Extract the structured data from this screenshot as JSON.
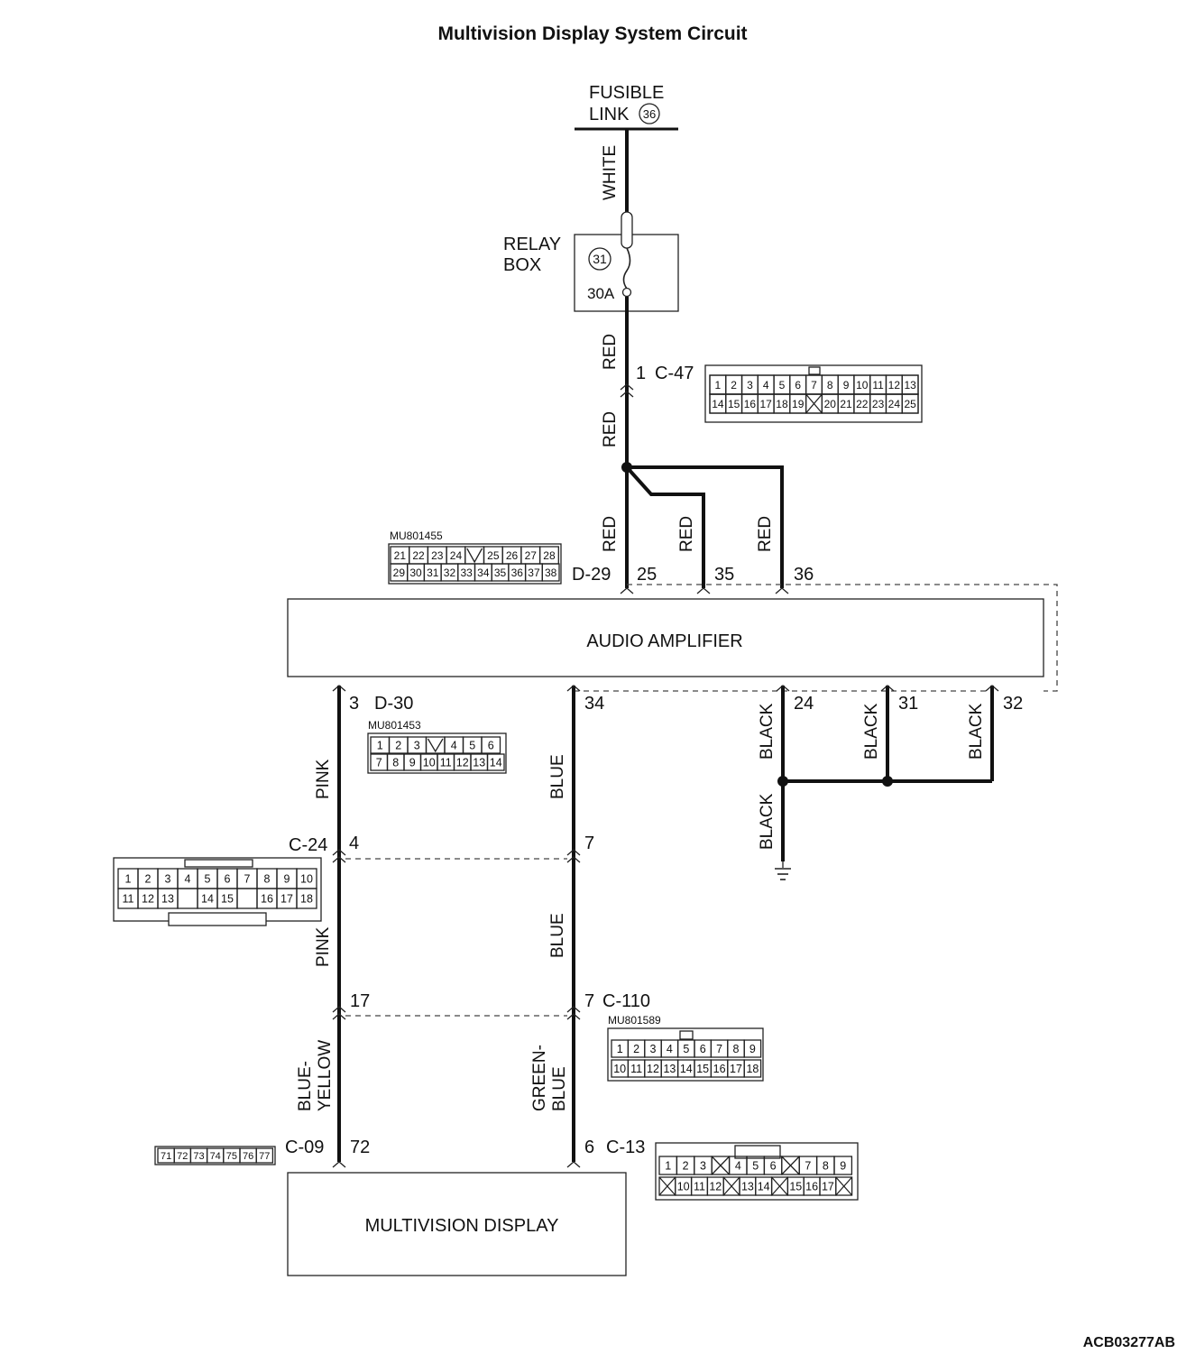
{
  "title": "Multivision Display System Circuit",
  "fusible_link": {
    "line1": "FUSIBLE",
    "line2": "LINK",
    "number": "36"
  },
  "relay_box": {
    "line1": "RELAY",
    "line2": "BOX",
    "number": "31",
    "rating": "30A"
  },
  "wire_colors": {
    "white": "WHITE",
    "red": "RED",
    "pink": "PINK",
    "blue": "BLUE",
    "black": "BLACK",
    "blue_yellow_1": "BLUE-",
    "blue_yellow_2": "YELLOW",
    "green_blue_1": "GREEN-",
    "green_blue_2": "BLUE"
  },
  "components": {
    "audio_amplifier": "AUDIO AMPLIFIER",
    "multivision_display": "MULTIVISION DISPLAY"
  },
  "pins": {
    "c47_pin": "1",
    "c47": "C-47",
    "d29": "D-29",
    "d29_25": "25",
    "d29_35": "35",
    "d29_36": "36",
    "d30_pin": "3",
    "d30": "D-30",
    "amp_34": "34",
    "amp_24": "24",
    "amp_31": "31",
    "amp_32": "32",
    "c24": "C-24",
    "c24_4": "4",
    "c24_7": "7",
    "c110_17": "17",
    "c110_7": "7",
    "c110": "C-110",
    "c09": "C-09",
    "c09_72": "72",
    "c13_pin": "6",
    "c13": "C-13"
  },
  "part_numbers": {
    "d29": "MU801455",
    "d30": "MU801453",
    "c110": "MU801589"
  },
  "connector_faces": {
    "c47_row1": [
      "1",
      "2",
      "3",
      "4",
      "5",
      "6",
      "7",
      "8",
      "9",
      "10",
      "11",
      "12",
      "13"
    ],
    "c47_row2": [
      "14",
      "15",
      "16",
      "17",
      "18",
      "19",
      "X",
      "20",
      "21",
      "22",
      "23",
      "24",
      "25"
    ],
    "d29_row1": [
      "21",
      "22",
      "23",
      "24",
      "V",
      "25",
      "26",
      "27",
      "28"
    ],
    "d29_row2": [
      "29",
      "30",
      "31",
      "32",
      "33",
      "34",
      "35",
      "36",
      "37",
      "38"
    ],
    "d30_row1": [
      "1",
      "2",
      "3",
      "V",
      "4",
      "5",
      "6"
    ],
    "d30_row2": [
      "7",
      "8",
      "9",
      "10",
      "11",
      "12",
      "13",
      "14"
    ],
    "c24_row1": [
      "1",
      "2",
      "3",
      "4",
      "5",
      "6",
      "7",
      "8",
      "9",
      "10"
    ],
    "c24_row2": [
      "11",
      "12",
      "13",
      "",
      "14",
      "15",
      "",
      "16",
      "17",
      "18"
    ],
    "c110_row1": [
      "1",
      "2",
      "3",
      "4",
      "5",
      "6",
      "7",
      "8",
      "9"
    ],
    "c110_row2": [
      "10",
      "11",
      "12",
      "13",
      "14",
      "15",
      "16",
      "17",
      "18"
    ],
    "c09_row": [
      "71",
      "72",
      "73",
      "74",
      "75",
      "76",
      "77"
    ],
    "c13_row1": [
      "1",
      "2",
      "3",
      "X",
      "4",
      "5",
      "6",
      "X",
      "7",
      "8",
      "9"
    ],
    "c13_row2": [
      "X",
      "10",
      "11",
      "12",
      "X",
      "13",
      "14",
      "X",
      "15",
      "16",
      "17",
      "X"
    ]
  },
  "figure_code": "ACB03277AB"
}
